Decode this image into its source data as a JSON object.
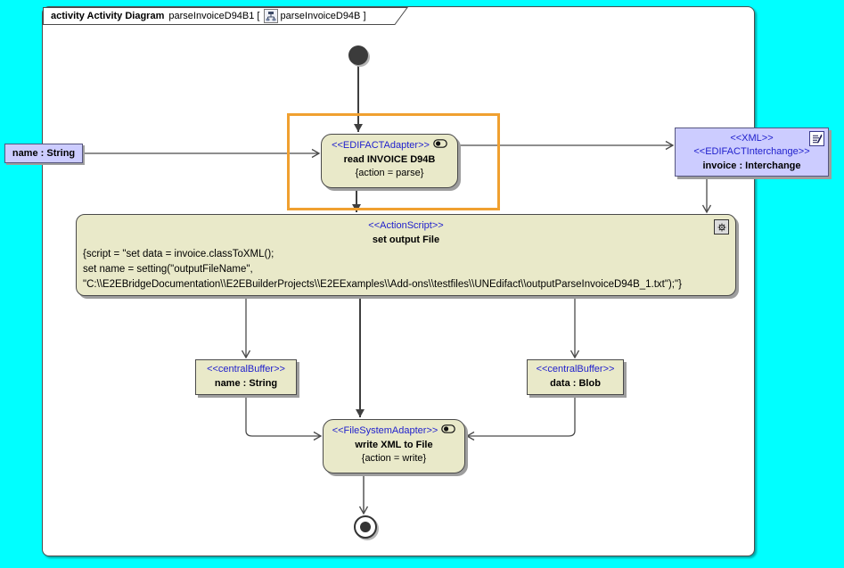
{
  "frame": {
    "tab": {
      "keyword": "activity Activity Diagram",
      "name": "parseInvoiceD94B1 [",
      "ref_name": "parseInvoiceD94B ]"
    }
  },
  "nodes": {
    "initial": {
      "type": "initial-node"
    },
    "read_invoice": {
      "stereotype": "<<EDIFACTAdapter>>",
      "name": "read INVOICE D94B",
      "constraint": "{action = parse}",
      "icon": "adapter-icon"
    },
    "invoice_object": {
      "stereotype1": "<<XML>>",
      "stereotype2": "<<EDIFACTInterchange>>",
      "name": "invoice : Interchange",
      "icon": "xml-document-icon"
    },
    "name_pin": {
      "label": "name : String"
    },
    "set_output_file": {
      "stereotype": "<<ActionScript>>",
      "name": "set output File",
      "script_line1": "{script = \"set data = invoice.classToXML();",
      "script_line2": "set name = setting(\"outputFileName\",",
      "script_line3": "\"C:\\\\E2EBridgeDocumentation\\\\E2EBuilderProjects\\\\E2EExamples\\\\Add-ons\\\\testfiles\\\\UNEdifact\\\\outputParseInvoiceD94B_1.txt\");\"}",
      "icon": "gear-icon"
    },
    "buffer_name": {
      "stereotype": "<<centralBuffer>>",
      "name": "name : String"
    },
    "buffer_data": {
      "stereotype": "<<centralBuffer>>",
      "name": "data : Blob"
    },
    "write_xml": {
      "stereotype": "<<FileSystemAdapter>>",
      "name": "write XML to File",
      "constraint": "{action = write}",
      "icon": "adapter-icon"
    },
    "final": {
      "type": "activity-final-node"
    }
  },
  "colors": {
    "background": "#00FFFF",
    "highlight_border": "#F0A030",
    "action_node_fill": "#E9E9C9",
    "object_node_fill": "#CCCCFF",
    "stereotype_text": "#2121CD",
    "edge": "#4A4A4A"
  }
}
